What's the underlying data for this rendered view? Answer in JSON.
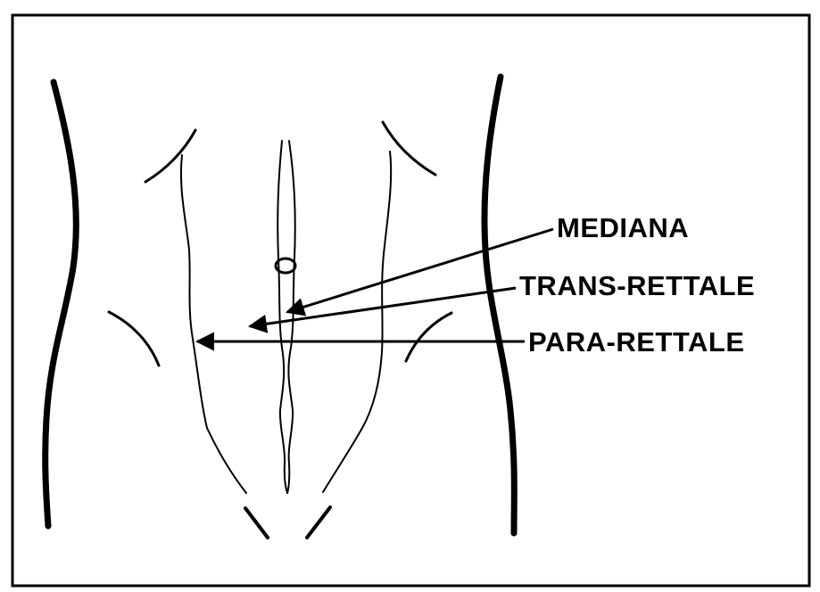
{
  "labels": {
    "mediana": "MEDIANA",
    "trans_rettale": "TRANS-RETTALE",
    "para_rettale": "PARA-RETTALE"
  },
  "colors": {
    "ink": "#000000",
    "background": "#ffffff"
  }
}
